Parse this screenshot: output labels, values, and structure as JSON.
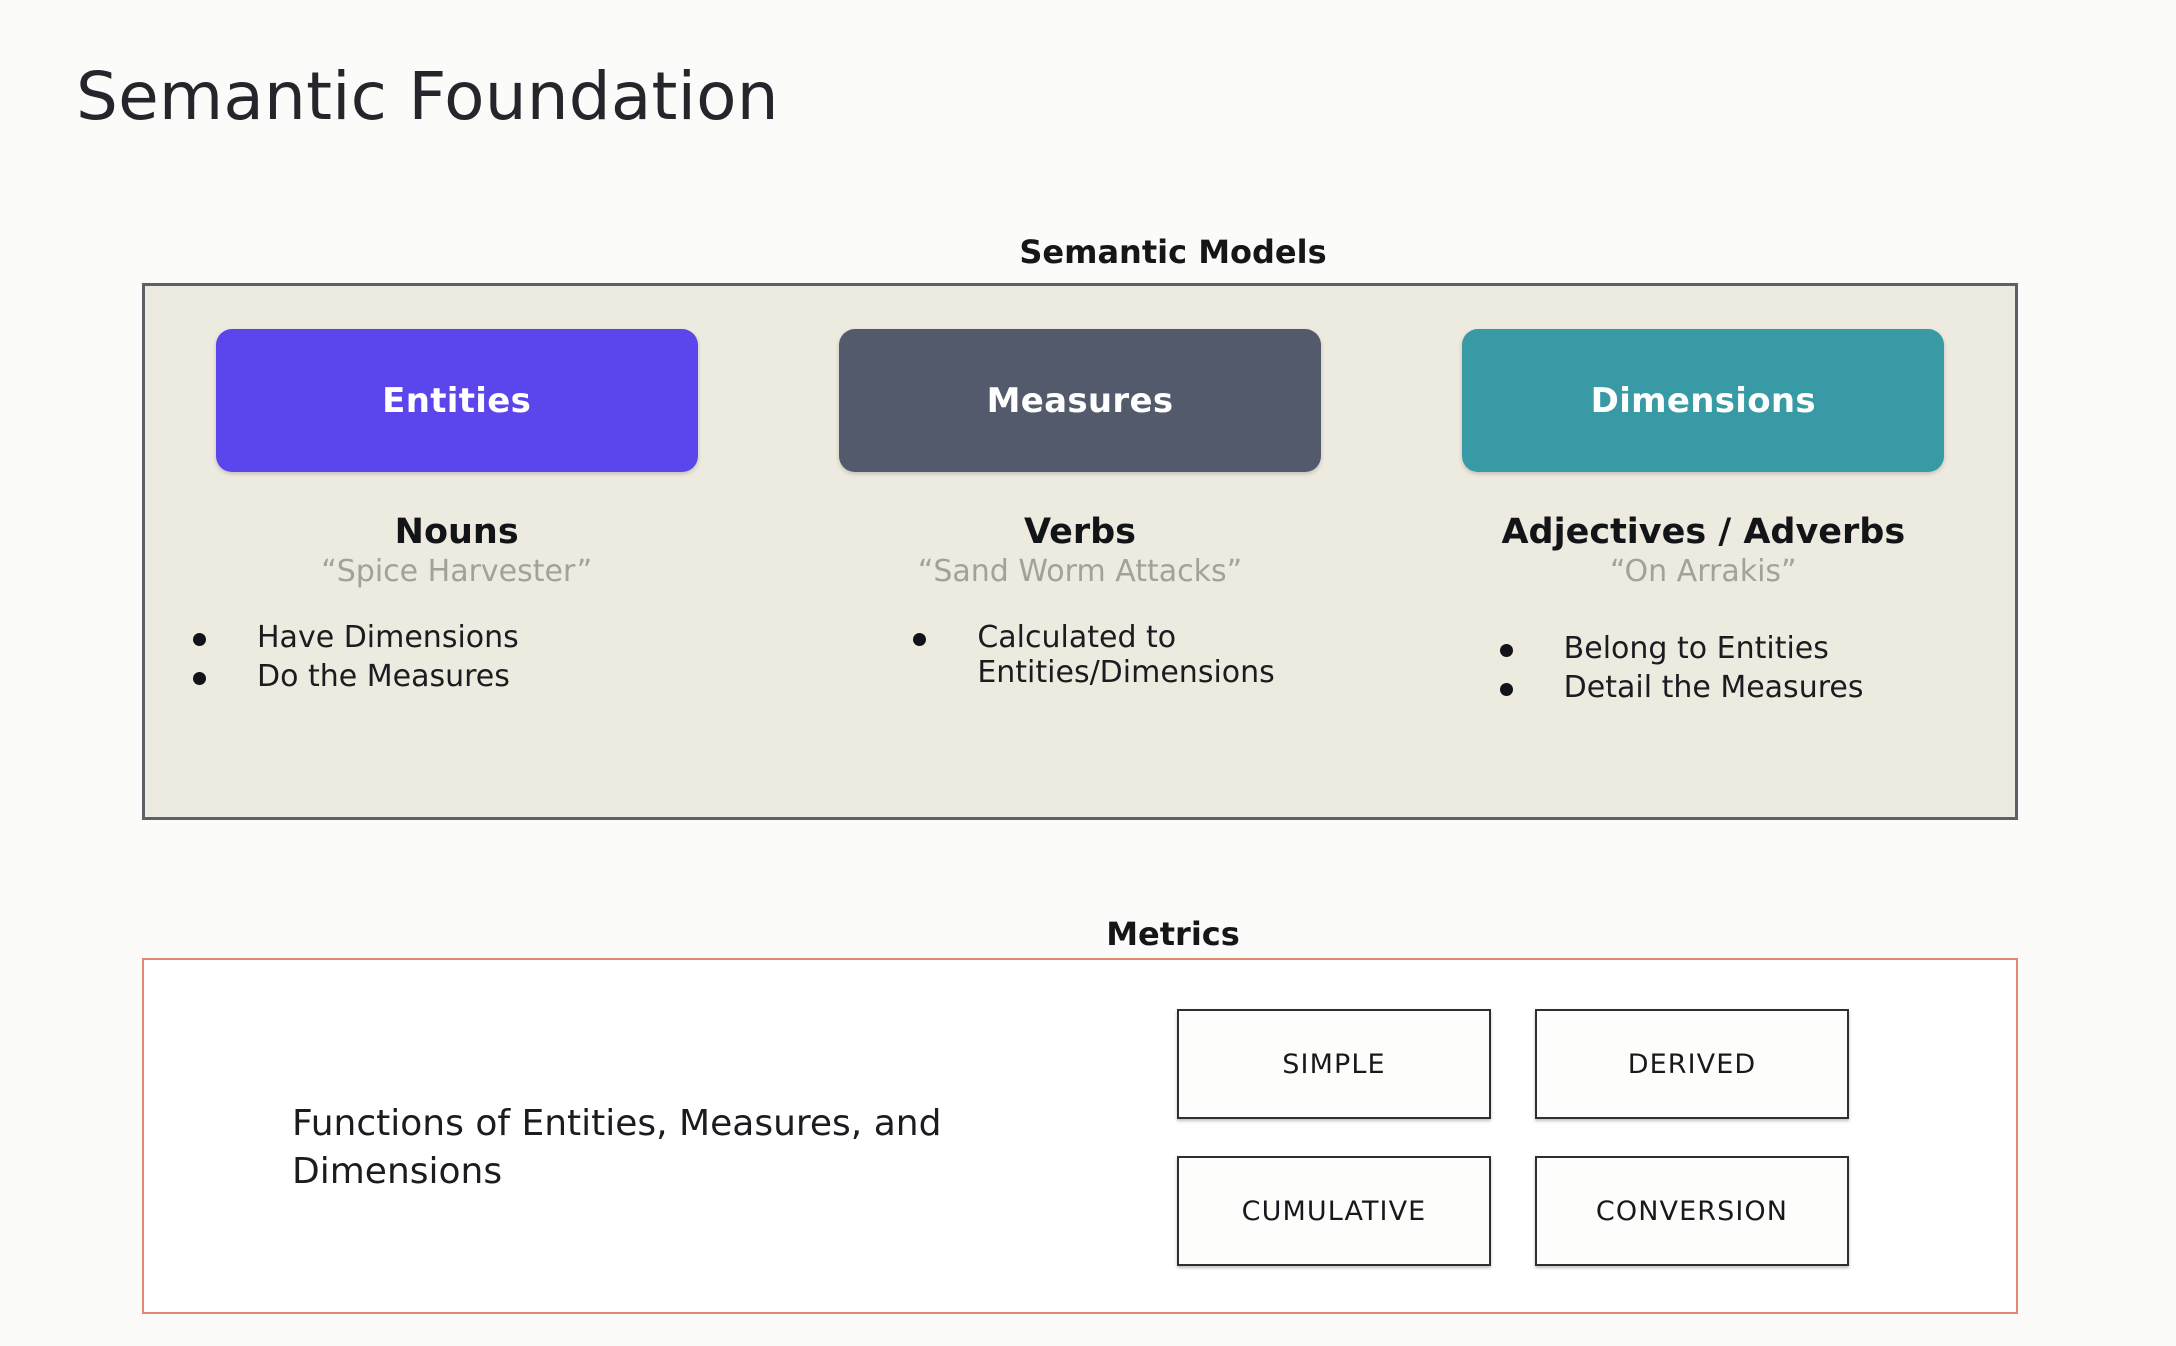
{
  "page": {
    "title": "Semantic Foundation",
    "background_color": "#fbfbf9"
  },
  "semantic_models": {
    "label": "Semantic Models",
    "panel_background": "#edeae0",
    "panel_border_color": "#5c6068",
    "columns": [
      {
        "pill_label": "Entities",
        "pill_color": "#5b45ec",
        "part_of_speech": "Nouns",
        "example": "“Spice Harvester”",
        "bullets": [
          "Have Dimensions",
          "Do the Measures"
        ]
      },
      {
        "pill_label": "Measures",
        "pill_color": "#525a6c",
        "part_of_speech": "Verbs",
        "example": "“Sand Worm Attacks”",
        "bullets": [
          "Calculated to Entities/Dimensions"
        ]
      },
      {
        "pill_label": "Dimensions",
        "pill_color": "#379aa5",
        "part_of_speech": "Adjectives / Adverbs",
        "example": "“On Arrakis”",
        "bullets": [
          "Belong to Entities",
          "Detail the Measures"
        ]
      }
    ]
  },
  "metrics": {
    "label": "Metrics",
    "panel_border_color": "#e08a6a",
    "description": "Functions of Entities, Measures, and Dimensions",
    "types": [
      "SIMPLE",
      "DERIVED",
      "CUMULATIVE",
      "CONVERSION"
    ]
  }
}
